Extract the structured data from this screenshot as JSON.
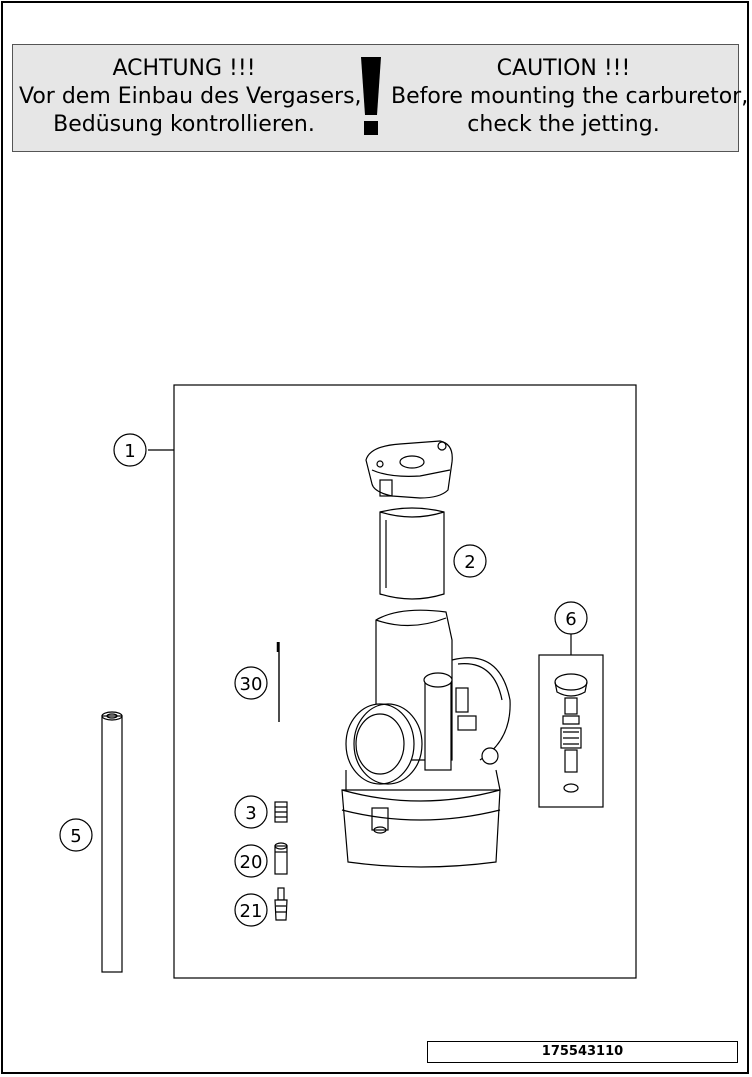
{
  "warning": {
    "de": [
      "ACHTUNG !!!",
      "Vor dem Einbau des Vergasers,",
      "Bedüsung kontrollieren."
    ],
    "en": [
      "CAUTION !!!",
      "Before mounting the carburetor,",
      "check the jetting."
    ]
  },
  "callouts": [
    "1",
    "2",
    "6",
    "30",
    "5",
    "3",
    "20",
    "21"
  ],
  "part_number": "175543110"
}
